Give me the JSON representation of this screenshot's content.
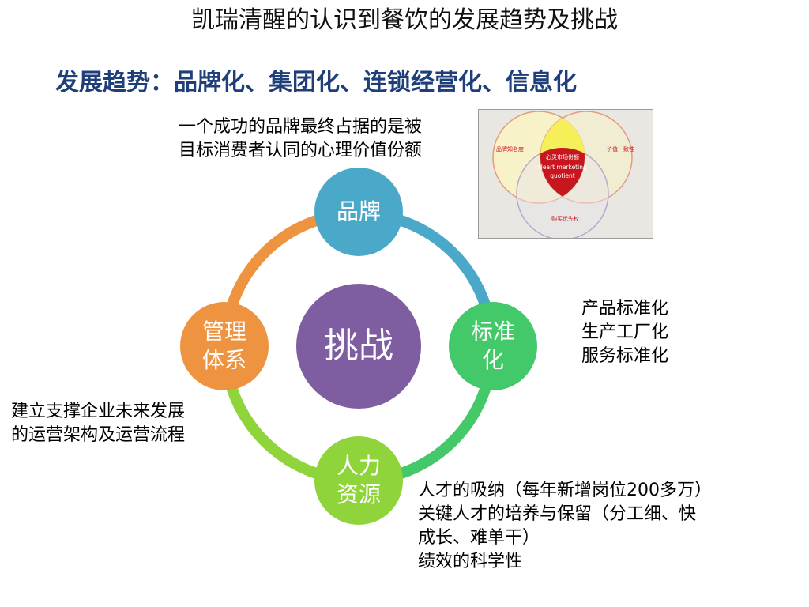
{
  "title": "凯瑞清醒的认识到餐饮的发展趋势及挑战",
  "trend_line": "发展趋势：品牌化、集团化、连锁经营化、信息化",
  "brand_note": [
    "一个成功的品牌最终占据的是被",
    "目标消费者认同的心理价值份额"
  ],
  "nodes": {
    "brand": {
      "line1": "品牌",
      "color": "#4aa9c9"
    },
    "standardization": {
      "line1": "标准",
      "line2": "化",
      "color": "#43c86a"
    },
    "hr": {
      "line1": "人力",
      "line2": "资源",
      "color": "#8fd43a"
    },
    "management": {
      "line1": "管理",
      "line2": "体系",
      "color": "#ee9440"
    },
    "center": {
      "label": "挑战",
      "color": "#7e5ea1"
    }
  },
  "standardization_note": [
    "产品标准化",
    "生产工厂化",
    "服务标准化"
  ],
  "management_note": [
    "建立支撑企业未来发展",
    "的运营架构及运营流程"
  ],
  "hr_note": [
    "人才的吸纳（每年新增岗位200多万）",
    "关键人才的培养与保留（分工细、快",
    "成长、难单干）",
    "绩效的科学性"
  ],
  "venn": {
    "left_label": "品牌知名度",
    "right_label": "价值一致性",
    "bottom_label": "购买优先权",
    "center_line1": "心灵市场份额",
    "center_line2": "Heart marketing",
    "center_line3": "quotient"
  }
}
